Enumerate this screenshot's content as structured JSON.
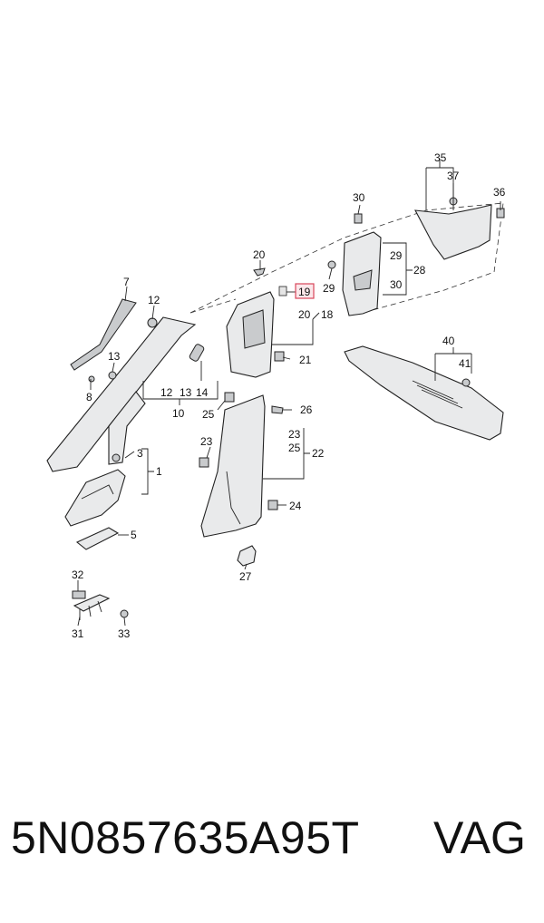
{
  "diagram": {
    "callouts": {
      "c1": "1",
      "c3": "3",
      "c5": "5",
      "c7": "7",
      "c8": "8",
      "c10": "10",
      "c12a": "12",
      "c12b": "12",
      "c13a": "13",
      "c13b": "13",
      "c14": "14",
      "c18": "18",
      "c19": "19",
      "c20a": "20",
      "c20b": "20",
      "c21": "21",
      "c22": "22",
      "c23a": "23",
      "c23b": "23",
      "c24": "24",
      "c25a": "25",
      "c25b": "25",
      "c26": "26",
      "c27": "27",
      "c28": "28",
      "c29a": "29",
      "c29b": "29",
      "c30a": "30",
      "c30b": "30",
      "c31": "31",
      "c32": "32",
      "c33": "33",
      "c35": "35",
      "c36": "36",
      "c37": "37",
      "c40": "40",
      "c41": "41"
    },
    "highlight_color": "#d9475b",
    "highlight_fill": "#fbe7ea"
  },
  "footer": {
    "part_number": "5N0857635A95T",
    "brand": "VAG"
  }
}
